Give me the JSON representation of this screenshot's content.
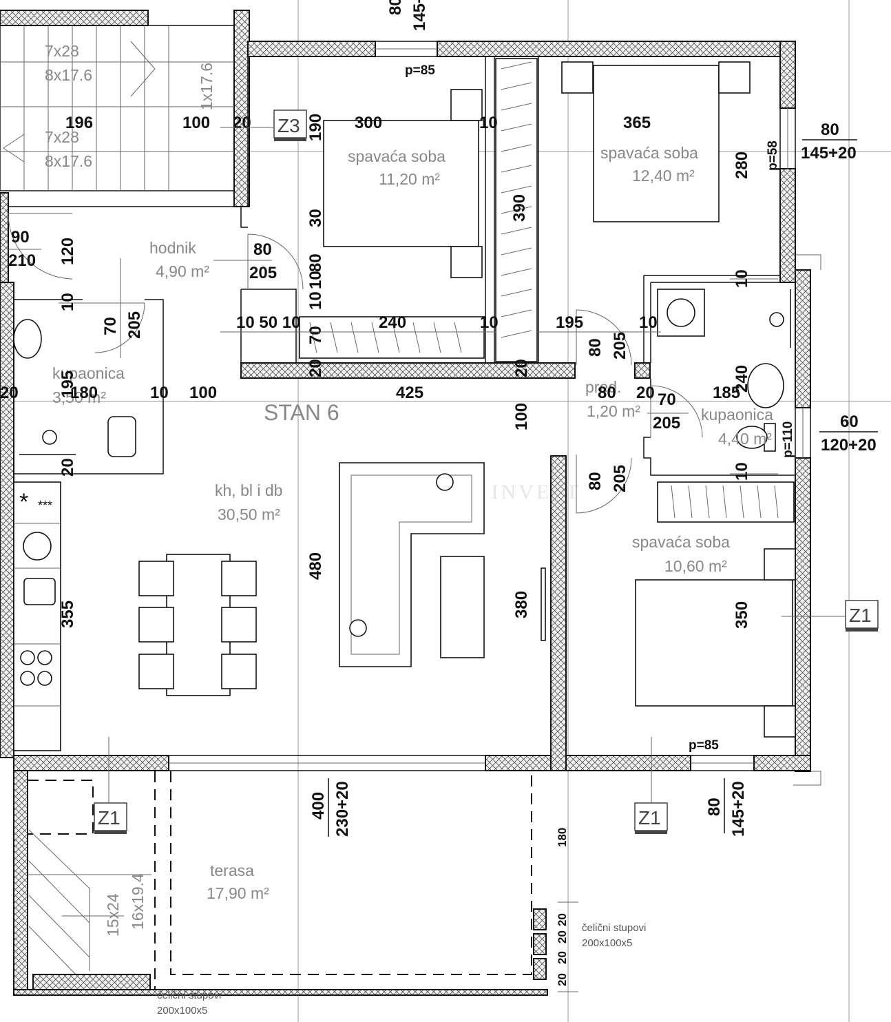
{
  "unit_name": "STAN 6",
  "watermark": "PRESTIGE INVEST",
  "rooms": {
    "bedroom1": {
      "name": "spavaća soba",
      "area": "11,20 m²"
    },
    "bedroom2": {
      "name": "spavaća soba",
      "area": "12,40 m²"
    },
    "bedroom3": {
      "name": "spavaća soba",
      "area": "10,60 m²"
    },
    "hallway": {
      "name": "hodnik",
      "area": "4,90 m²"
    },
    "bathroom1": {
      "name": "kupaonica",
      "area": "3,50 m²"
    },
    "bathroom2": {
      "name": "kupaonica",
      "area": "4,40 m²"
    },
    "pantry": {
      "name": "pred.",
      "area": "1,20 m²"
    },
    "living": {
      "name": "kh, bl i db",
      "area": "30,50 m²"
    },
    "terrace": {
      "name": "terasa",
      "area": "17,90 m²"
    }
  },
  "tags": {
    "z3": "Z3",
    "z1": "Z1"
  },
  "stairs": {
    "top1": "7x28",
    "top2": "8x17.6",
    "top3": "7x28",
    "top4": "8x17.6",
    "side": "1x17.6",
    "bottom1": "15x24",
    "bottom2": "16x19.4"
  },
  "columns_note": {
    "line1": "čelični stupovi",
    "line2": "200x100x5"
  },
  "windows": {
    "p85_top": "p=85",
    "p85_bottom": "p=85",
    "p58": "p=58",
    "p110": "p=110",
    "w1_a": "80",
    "w1_b": "145+20",
    "w2_a": "80",
    "w2_b": "145+20",
    "w3_a": "60",
    "w3_b": "120+20",
    "w4_a": "80",
    "w4_b": "145+20",
    "w5_a": "400",
    "w5_b": "230+20",
    "top_a": "80",
    "top_b": "145+"
  },
  "dims": {
    "d196": "196",
    "d100a": "100",
    "d20a": "20",
    "d300": "300",
    "d190": "190",
    "d10a": "10",
    "d365": "365",
    "d280": "280",
    "d390": "390",
    "d30": "30",
    "d80a": "80",
    "d205a": "205",
    "d90": "90",
    "d210": "210",
    "d120": "120",
    "d10b": "10",
    "d70a": "70",
    "d205b": "205",
    "d10c": "10",
    "d80b": "80",
    "d10d": "10",
    "d10e": "10",
    "d70b": "70",
    "d20b": "20",
    "d10_50_10": "10 50 10",
    "d240a": "240",
    "d10f": "10",
    "d195a": "195",
    "d10g": "10",
    "d80c": "80",
    "d205c": "205",
    "d20c": "20",
    "d195b": "195",
    "d180": "180",
    "d20d": "20",
    "d10h": "10",
    "d100b": "100",
    "d425": "425",
    "d80d": "80",
    "d20e": "20",
    "d70c": "70",
    "d205d": "205",
    "d185": "185",
    "d240b": "240",
    "d100c": "100",
    "d20f": "20",
    "d80e": "80",
    "d205e": "205",
    "d10i": "10",
    "d480": "480",
    "d355": "355",
    "d380": "380",
    "d350": "350",
    "d180b": "180",
    "d20g": "20",
    "d20h": "20",
    "d20i": "20",
    "d20j": "20"
  }
}
